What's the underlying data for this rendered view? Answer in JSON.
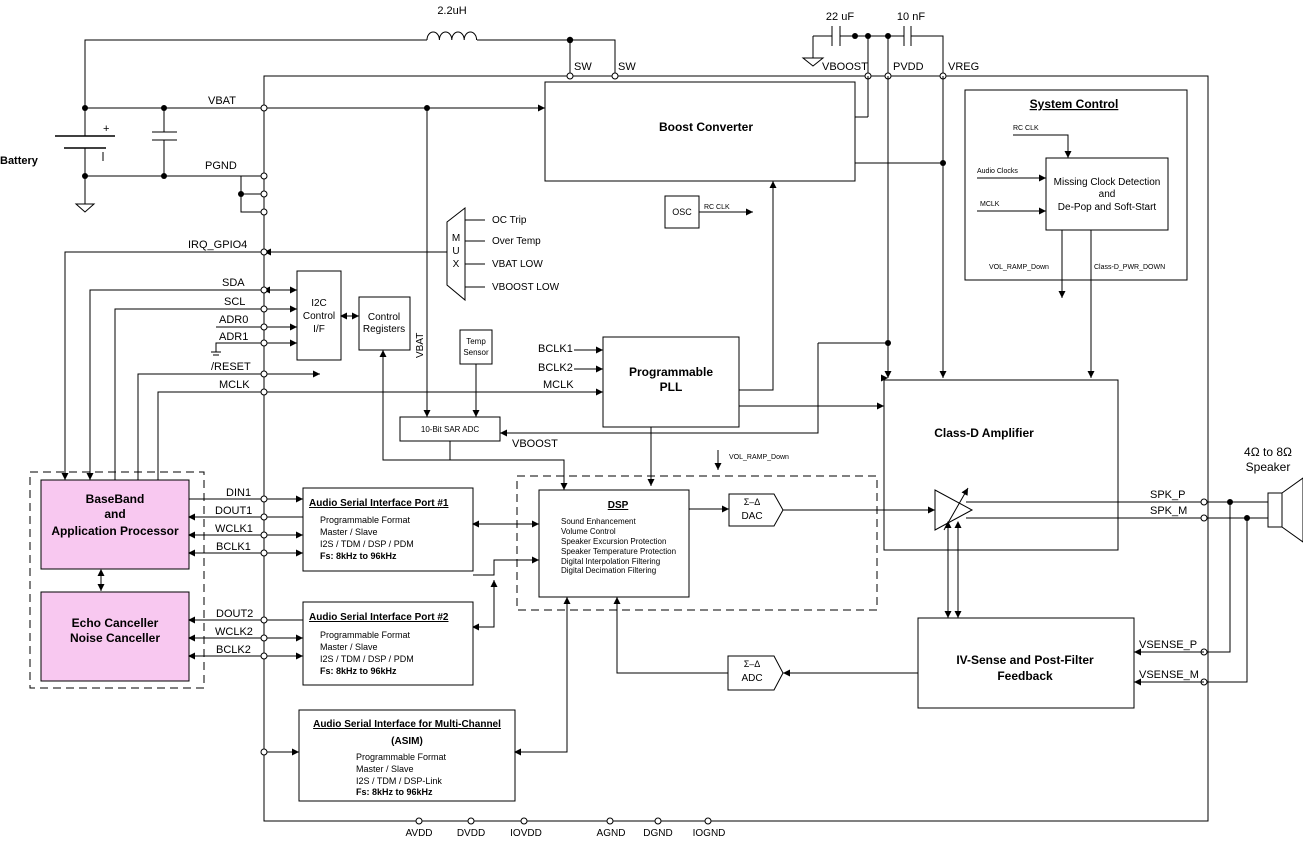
{
  "external": {
    "inductor": "2.2uH",
    "cap_22": "22 uF",
    "cap_10": "10 nF",
    "battery": "Battery",
    "plus": "+",
    "speaker_range": "4Ω to 8Ω",
    "speaker_word": "Speaker"
  },
  "pins_top": {
    "sw1": "SW",
    "sw2": "SW",
    "vboost": "VBOOST",
    "pvdd": "PVDD",
    "vreg": "VREG"
  },
  "pins_left": {
    "vbat": "VBAT",
    "pgnd": "PGND",
    "irq": "IRQ_GPIO4",
    "sda": "SDA",
    "scl": "SCL",
    "adr0": "ADR0",
    "adr1": "ADR1",
    "reset": "/RESET",
    "mclk": "MCLK",
    "din1": "DIN1",
    "dout1": "DOUT1",
    "wclk1": "WCLK1",
    "bclk1": "BCLK1",
    "dout2": "DOUT2",
    "wclk2": "WCLK2",
    "bclk2": "BCLK2"
  },
  "pins_bottom": [
    "AVDD",
    "DVDD",
    "IOVDD",
    "AGND",
    "DGND",
    "IOGND"
  ],
  "pins_right": {
    "spk_p": "SPK_P",
    "spk_m": "SPK_M",
    "vsense_p": "VSENSE_P",
    "vsense_m": "VSENSE_M"
  },
  "blocks": {
    "boost": "Boost Converter",
    "osc": "OSC",
    "rc_clk": "RC CLK",
    "sysctl_title": "System Control",
    "sysctl_rcclk": "RC CLK",
    "sysctl_audio": "Audio Clocks",
    "sysctl_mclk": "MCLK",
    "mcd_1": "Missing Clock Detection",
    "mcd_2": "and",
    "mcd_3": "De-Pop and Soft-Start",
    "vol_ramp": "VOL_RAMP_Down",
    "classd_pd": "Class-D_PWR_DOWN",
    "mux": [
      "M",
      "U",
      "X"
    ],
    "mux_inputs": [
      "OC Trip",
      "Over Temp",
      "VBAT LOW",
      "VBOOST LOW"
    ],
    "i2c": [
      "I2C",
      "Control",
      "I/F"
    ],
    "ctrl_reg": [
      "Control",
      "Registers"
    ],
    "vbat_vertical": "VBAT",
    "temp": [
      "Temp",
      "Sensor"
    ],
    "pll": [
      "Programmable",
      "PLL"
    ],
    "pll_in": [
      "BCLK1",
      "BCLK2",
      "MCLK"
    ],
    "sar": "10-Bit SAR ADC",
    "vboost_label": "VBOOST",
    "classd": "Class-D Amplifier",
    "vol_ramp2": "VOL_RAMP_Down",
    "dsp_title": "DSP",
    "dsp_items": [
      "Sound Enhancement",
      "Volume Control",
      "Speaker Excursion Protection",
      "Speaker Temperature Protection",
      "Digital Interpolation Filtering",
      "Digital Decimation Filtering"
    ],
    "dac": [
      "Σ–Δ",
      "DAC"
    ],
    "adc": [
      "Σ–Δ",
      "ADC"
    ],
    "ivsense": [
      "IV-Sense and Post-Filter",
      "Feedback"
    ],
    "bb": [
      "BaseBand",
      "and",
      "Application Processor"
    ],
    "echo": [
      "Echo Canceller",
      "Noise Canceller"
    ],
    "asi1_title": "Audio Serial Interface Port #1",
    "asi1_items": [
      "Programmable Format",
      "Master / Slave",
      "I2S / TDM / DSP / PDM",
      "Fs: 8kHz to 96kHz"
    ],
    "asi2_title": "Audio Serial Interface Port #2",
    "asi2_items": [
      "Programmable Format",
      "Master / Slave",
      "I2S / TDM / DSP / PDM",
      "Fs: 8kHz to 96kHz"
    ],
    "asim_title": "Audio Serial Interface for Multi-Channel",
    "asim_sub": "(ASIM)",
    "asim_items": [
      "Programmable Format",
      "Master / Slave",
      "I2S / TDM / DSP-Link",
      "Fs: 8kHz to 96kHz"
    ]
  },
  "colors": {
    "processor_fill": "#f8c8f0",
    "line": "#000000"
  }
}
